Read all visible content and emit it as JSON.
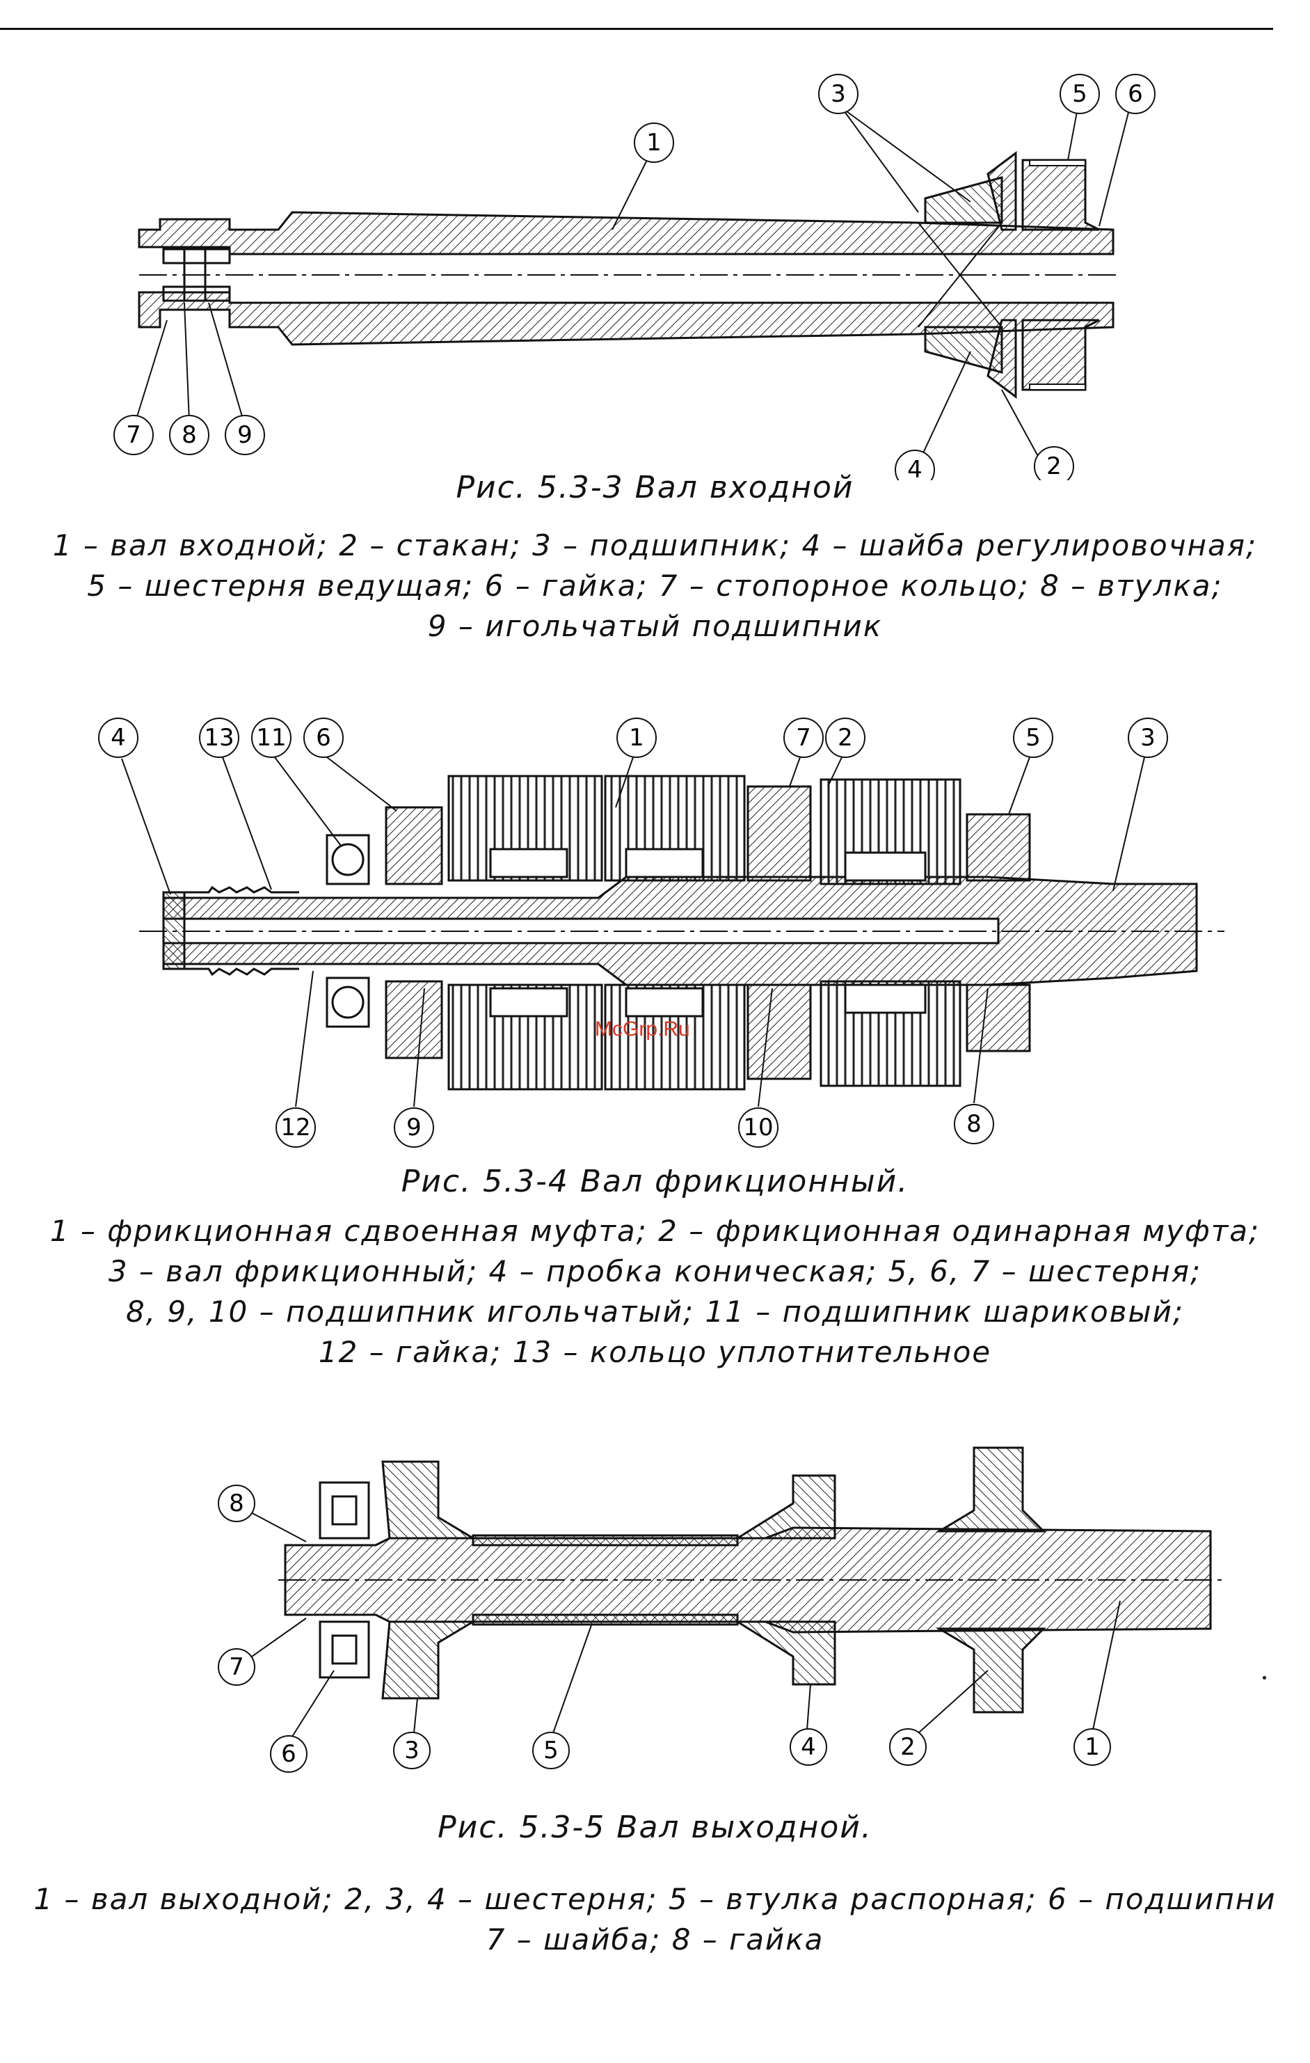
{
  "figures": [
    {
      "id": "fig-5-3-3",
      "caption": "Рис. 5.3-3   Вал входной",
      "legend": [
        "1 – вал входной; 2 – стакан; 3 – подшипник; 4 – шайба регулировочная;",
        "5 – шестерня ведущая; 6 – гайка; 7 – стопорное кольцо; 8 – втулка;",
        "9 – игольчатый подшипник"
      ],
      "callouts": [
        "1",
        "2",
        "3",
        "4",
        "5",
        "6",
        "7",
        "8",
        "9"
      ]
    },
    {
      "id": "fig-5-3-4",
      "caption": "Рис. 5.3-4  Вал фрикционный.",
      "legend": [
        "1 – фрикционная сдвоенная муфта; 2 – фрикционная одинарная муфта;",
        "3 – вал фрикционный; 4 – пробка коническая; 5, 6, 7 – шестерня;",
        "8, 9, 10 – подшипник игольчатый; 11 – подшипник шариковый;",
        "12 – гайка; 13 – кольцо уплотнительное"
      ],
      "callouts": [
        "1",
        "2",
        "3",
        "4",
        "5",
        "6",
        "7",
        "8",
        "9",
        "10",
        "11",
        "12",
        "13"
      ]
    },
    {
      "id": "fig-5-3-5",
      "caption": "Рис. 5.3-5  Вал выходной.",
      "legend": [
        "1 – вал выходной; 2, 3, 4 – шестерня; 5 – втулка распорная; 6 – подшипни",
        "7 – шайба; 8 – гайка"
      ],
      "callouts": [
        "1",
        "2",
        "3",
        "4",
        "5",
        "6",
        "7",
        "8"
      ]
    }
  ],
  "watermark": "McGrp.Ru"
}
